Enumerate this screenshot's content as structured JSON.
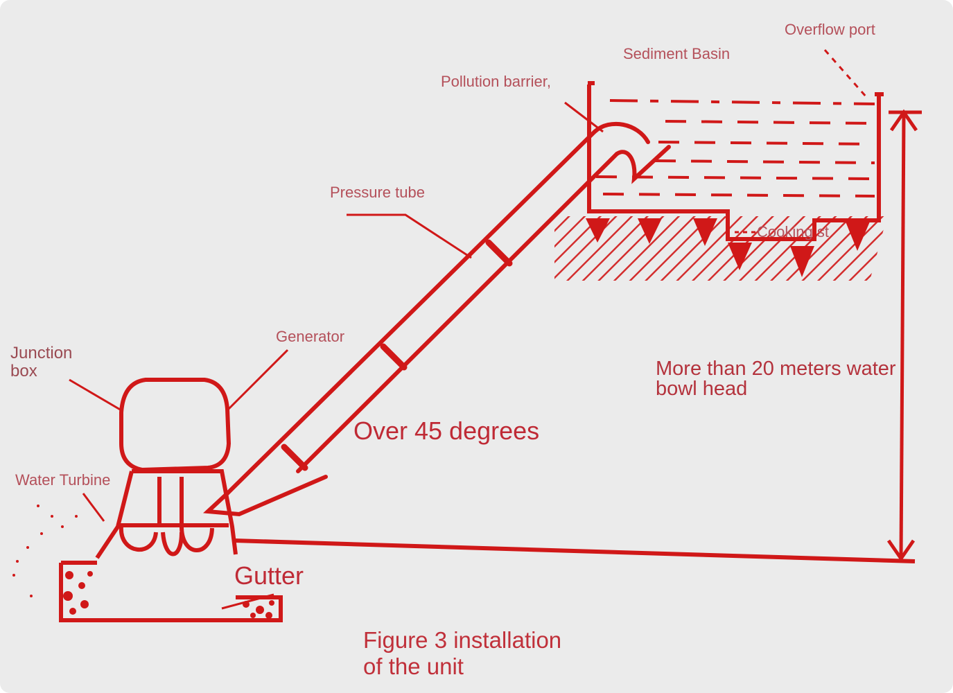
{
  "colors": {
    "ink": "#d01818",
    "background": "#ebebeb",
    "label_text": "#b4505a"
  },
  "labels": {
    "overflow_port": "Overflow port",
    "sediment_basin": "Sediment Basin",
    "pollution_barrier": "Pollution barrier,",
    "pressure_tube": "Pressure tube",
    "cooking": "Cooking st",
    "generator": "Generator",
    "junction_box": "Junction\nbox",
    "water_turbine": "Water Turbine",
    "over_45": "Over 45 degrees",
    "head": "More than 20 meters water\nbowl head",
    "gutter": "Gutter",
    "figure_caption": "Figure 3 installation\nof the unit"
  }
}
